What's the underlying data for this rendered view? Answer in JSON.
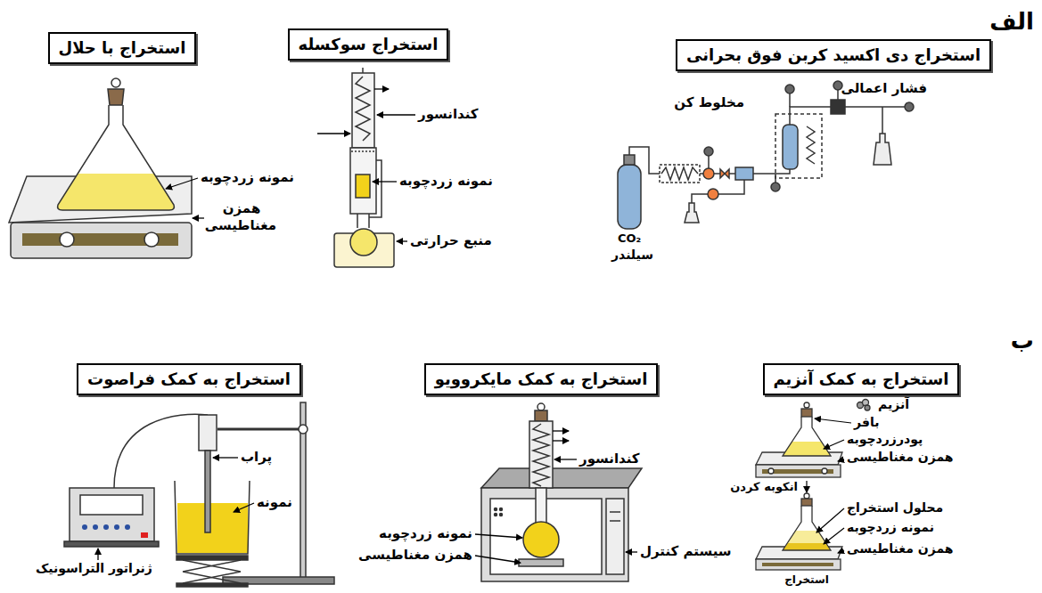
{
  "diagram": {
    "nodes": [
      {
        "text": [
          "استخراج دی اکسید کربن فوق بحرانی"
        ]
      },
      {
        "text": [
          "استخراج سوکسله"
        ]
      },
      {
        "text": [
          "استخراج با حلال"
        ]
      },
      {
        "text": [
          "استخراج به کمک آنزیم"
        ]
      },
      {
        "text": [
          "استخراج به کمک مایکروویو"
        ]
      },
      {
        "text": [
          "استخراج به کمک فراصوت"
        ]
      }
    ],
    "labels": [
      "الف",
      "فشار اعمالی",
      "مخلوط کن",
      "CO₂",
      "سیلندر",
      "کندانسور",
      "نمونه زردچوبه",
      "منبع حرارتی",
      "نمونه زردچوبه",
      "همزن مغناطیسی",
      "ب",
      "آنزیم",
      "بافر",
      "پودرزردچوبه",
      "همزن مغناطیسی",
      "انکوبه کردن",
      "محلول استخراج",
      "نمونه زردچوبه",
      "همزن مغناطیسی",
      "استخراج",
      "کندانسور",
      "نمونه زردچوبه",
      "همزن مغناطیسی",
      "سیستم کنترل",
      "پراب",
      "نمونه",
      "ژنراتور التراسونیک"
    ]
  }
}
